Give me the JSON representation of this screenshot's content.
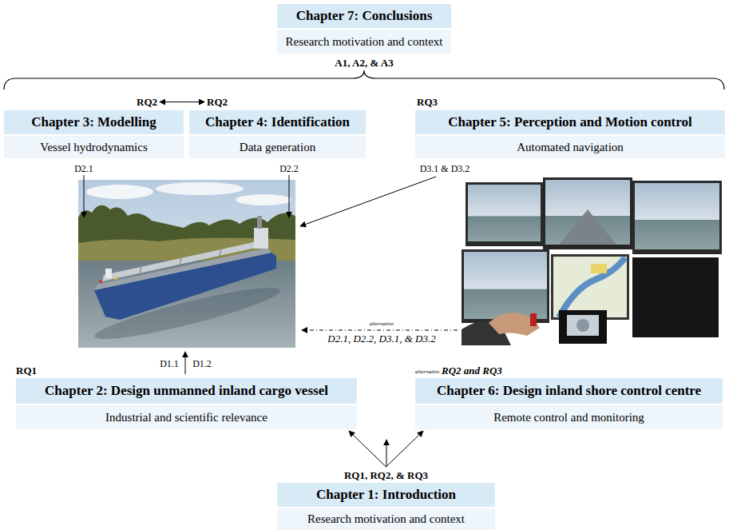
{
  "diagram": {
    "nodes": [
      {
        "text": [
          "Chapter 7: Conclusions",
          "Research motivation and context"
        ]
      },
      {
        "text": [
          "RQ2",
          "Chapter 3: Modelling",
          "Vessel hydrodynamics"
        ]
      },
      {
        "text": [
          "RQ2",
          "Chapter 4: Identification",
          "Data generation"
        ]
      },
      {
        "text": [
          "RQ3",
          "Chapter 5: Perception and Motion control",
          "Automated navigation"
        ]
      },
      {
        "text": [
          "RQ1",
          "Chapter 2: Design unmanned inland cargo vessel",
          "Industrial and scientific relevance"
        ]
      },
      {
        "text": [
          "alternative",
          "RQ2 and RQ3",
          "Chapter 6: Design inland shore control centre",
          "Remote control and monitoring"
        ]
      },
      {
        "text": [
          "RQ1, RQ2, & RQ3",
          "Chapter 1: Introduction",
          "Research motivation and context"
        ]
      }
    ],
    "edges": [
      {
        "from": 1,
        "to": 2,
        "arrow": "both"
      },
      {
        "from": 6,
        "to": 4,
        "arrow": "to"
      },
      {
        "from": 6,
        "to": 5,
        "arrow": "to"
      }
    ],
    "labels": [
      "A1, A2, & A3",
      "D2.1",
      "D2.2",
      "D3.1 & D3.2",
      "alternative",
      "D2.1, D2.2, D3.1, & D3.2",
      "D1.1",
      "D1.2"
    ]
  }
}
